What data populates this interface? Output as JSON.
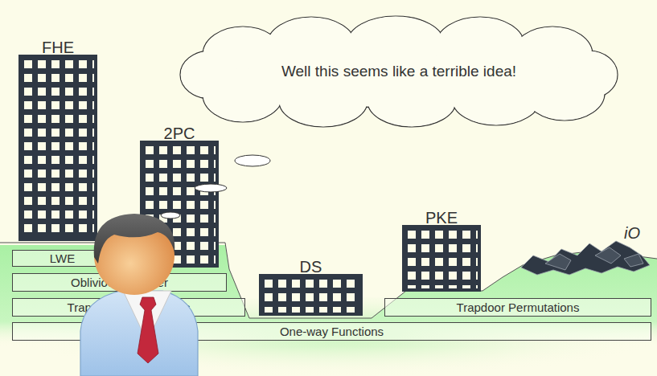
{
  "diagram": {
    "nodes": [
      {
        "text": [
          "Well this seems like a terrible idea!"
        ]
      },
      {
        "text": [
          "FHE"
        ]
      },
      {
        "text": [
          "2PC"
        ]
      },
      {
        "text": [
          "DS"
        ]
      },
      {
        "text": [
          "PKE"
        ]
      },
      {
        "text": [
          "iO"
        ]
      },
      {
        "text": [
          "LWE"
        ]
      },
      {
        "text": [
          "Oblivious Transfer"
        ]
      },
      {
        "text": [
          "Trapdoor Permutations"
        ]
      },
      {
        "text": [
          "Trapdoor Permutations"
        ]
      },
      {
        "text": [
          "One-way Functions"
        ]
      }
    ]
  }
}
